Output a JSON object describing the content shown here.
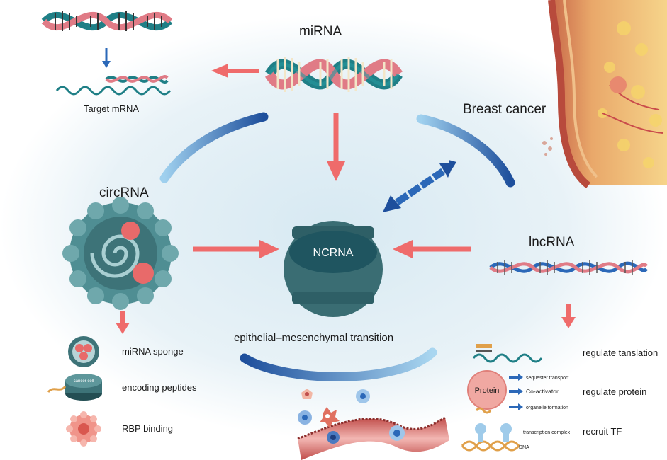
{
  "center": {
    "label": "NCRNA"
  },
  "mirna": {
    "title": "miRNA",
    "target_label": "Target mRNA"
  },
  "breast": {
    "title": "Breast cancer"
  },
  "circrna": {
    "title": "circRNA",
    "functions": [
      "miRNA sponge",
      "encoding peptides",
      "RBP binding"
    ],
    "cell_label": "cancer cell"
  },
  "lncrna": {
    "title": "lncRNA",
    "functions": [
      "regulate tanslation",
      "regulate protein",
      "recruit TF"
    ],
    "protein_label": "Protein",
    "protein_arrows": [
      "sequester transport",
      "Co-activator",
      "organelle formation"
    ],
    "tf_label": "transcription complex",
    "dna_label": "DNA"
  },
  "emt": {
    "title": "epithelial–mesenchymal transition"
  },
  "colors": {
    "arrow": "#ef6b6b",
    "arc": "#2b68b8",
    "helix_teal": "#1f7f86",
    "helix_pink": "#e07b86",
    "center_dark": "#1f5560",
    "center_body": "#3a6d73"
  }
}
